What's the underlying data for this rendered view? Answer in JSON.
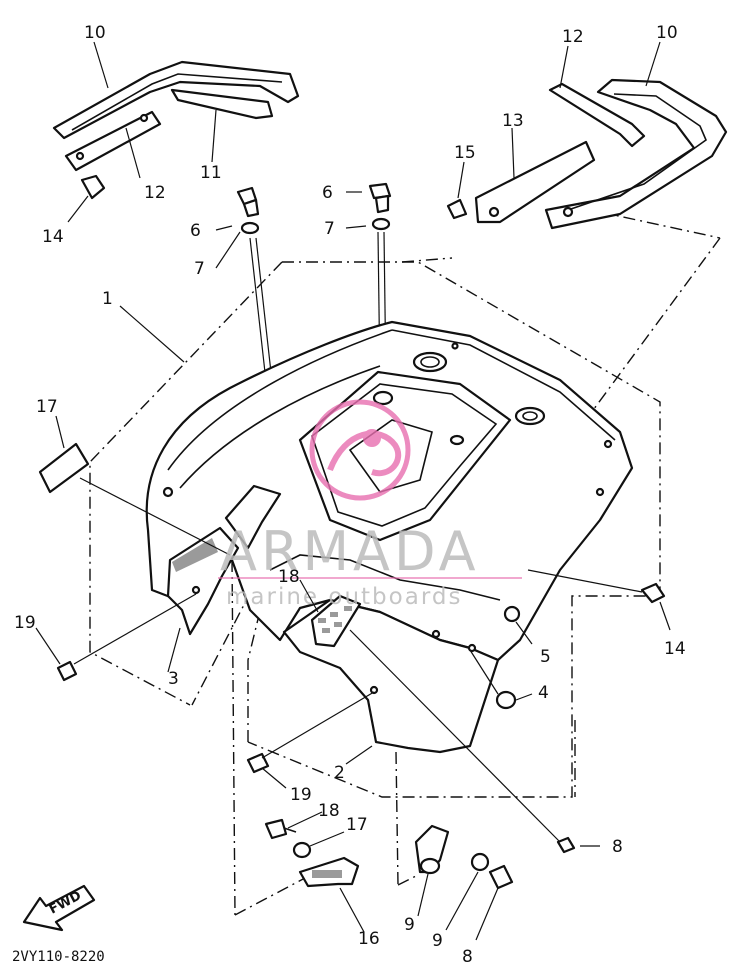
{
  "diagram": {
    "diagram_code": "2VY110-8220",
    "fwd_label": "FWD",
    "watermark": {
      "name": "ARMADA",
      "tagline": "marine outboards",
      "logo_color": "#e86fb0"
    },
    "callouts": [
      "1",
      "2",
      "3",
      "4",
      "5",
      "6",
      "6",
      "7",
      "7",
      "8",
      "8",
      "9",
      "9",
      "10",
      "10",
      "11",
      "12",
      "12",
      "13",
      "14",
      "14",
      "15",
      "16",
      "17",
      "17",
      "18",
      "18",
      "19",
      "19"
    ]
  }
}
